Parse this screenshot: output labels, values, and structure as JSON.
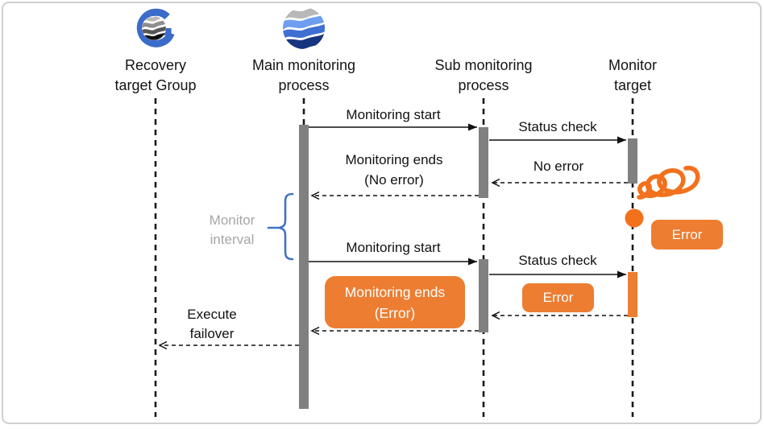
{
  "actors": [
    {
      "id": "recovery-target-group",
      "line1": "Recovery",
      "line2": "target Group",
      "icon": "group-waves-logo-icon"
    },
    {
      "id": "main-monitoring-process",
      "line1": "Main monitoring",
      "line2": "process",
      "icon": "waves-sphere-logo-icon"
    },
    {
      "id": "sub-monitoring-process",
      "line1": "Sub monitoring",
      "line2": "process"
    },
    {
      "id": "monitor-target",
      "line1": "Monitor",
      "line2": "target"
    }
  ],
  "messages": {
    "monitoring_start_1": "Monitoring start",
    "status_check_1": "Status check",
    "no_error": "No error",
    "monitoring_ends_ok_line1": "Monitoring ends",
    "monitoring_ends_ok_line2": "(No error)",
    "monitoring_start_2": "Monitoring start",
    "status_check_2": "Status check",
    "execute_failover_line1": "Execute",
    "execute_failover_line2": "failover"
  },
  "badges": {
    "error_at_target": "Error",
    "error_response": "Error",
    "monitoring_ends_error_line1": "Monitoring ends",
    "monitoring_ends_error_line2": "(Error)"
  },
  "annotations": {
    "monitor_interval_line1": "Monitor",
    "monitor_interval_line2": "interval"
  },
  "colors": {
    "accent_orange": "#ED7D31",
    "scribble_orange": "#F2711C",
    "bar_gray": "#808080",
    "brace_blue": "#4472C4",
    "muted_text": "#A6A6A6",
    "ink": "#111111"
  }
}
